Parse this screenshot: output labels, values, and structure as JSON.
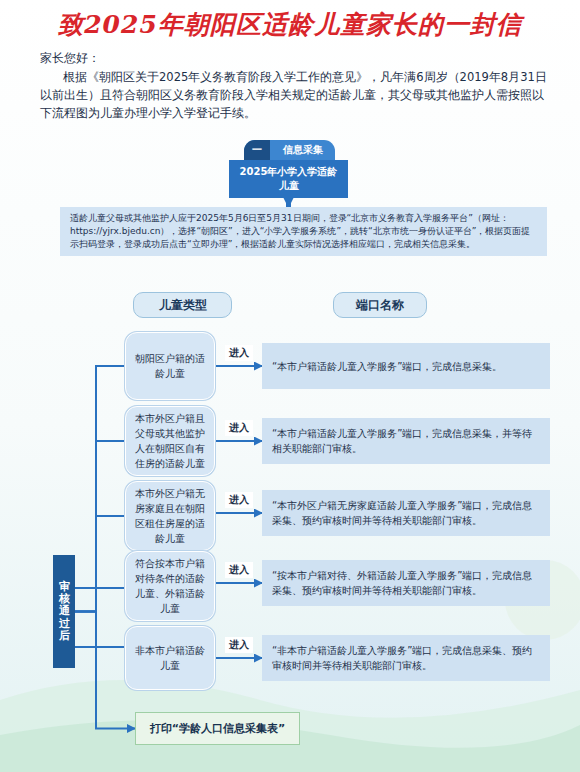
{
  "diagram": {
    "title": "致2025年朝阳区适龄儿童家长的一封信",
    "nodes": [
      {
        "text": [
          "一",
          "信息采集"
        ]
      },
      {
        "text": [
          "2025年小学入学适龄儿童"
        ]
      },
      {
        "text": [
          "适龄儿童父母或其他监护人应于2025年5月6日至5月31日期间，登录“北京市义务教育入学服务平台”（网址：https://yjrx.bjedu.cn），选择“朝阳区”，进入“小学入学服务系统”，跳转“北京市统一身份认证平台”，根据页面提示扫码登录，登录成功后点击“立即办理”，根据适龄儿童实际情况选择相应端口，完成相关信息采集。"
        ]
      },
      {
        "text": [
          "儿童类型"
        ]
      },
      {
        "text": [
          "端口名称"
        ]
      },
      {
        "text": [
          "朝阳区户籍的适龄儿童"
        ]
      },
      {
        "text": [
          "“本市户籍适龄儿童入学服务”端口，完成信息采集。"
        ]
      },
      {
        "text": [
          "本市外区户籍且父母或其他监护人在朝阳区自有住房的适龄儿童"
        ]
      },
      {
        "text": [
          "“本市户籍适龄儿童入学服务”端口，完成信息采集，并等待相关职能部门审核。"
        ]
      },
      {
        "text": [
          "本市外区户籍无房家庭且在朝阳区租住房屋的适龄儿童"
        ]
      },
      {
        "text": [
          "“本市外区户籍无房家庭适龄儿童入学服务”端口，完成信息采集、预约审核时间并等待相关职能部门审核。"
        ]
      },
      {
        "text": [
          "符合按本市户籍对待条件的适龄儿童、外籍适龄儿童"
        ]
      },
      {
        "text": [
          "“按本市户籍对待、外籍适龄儿童入学服务”端口，完成信息采集、预约审核时间并等待相关职能部门审核。"
        ]
      },
      {
        "text": [
          "非本市户籍适龄儿童"
        ]
      },
      {
        "text": [
          "“非本市户籍适龄儿童入学服务”端口，完成信息采集、预约审核时间并等待相关职能部门审核。"
        ]
      },
      {
        "text": [
          "审核通过后"
        ]
      },
      {
        "text": [
          "打印“学龄人口信息采集表”"
        ]
      }
    ],
    "edges": [
      {
        "from": 1,
        "to": 2,
        "arrow": "to"
      },
      {
        "from": 5,
        "to": 6,
        "label": "进入",
        "arrow": "to"
      },
      {
        "from": 7,
        "to": 8,
        "label": "进入",
        "arrow": "to"
      },
      {
        "from": 9,
        "to": 10,
        "label": "进入",
        "arrow": "to"
      },
      {
        "from": 11,
        "to": 12,
        "label": "进入",
        "arrow": "to"
      },
      {
        "from": 13,
        "to": 14,
        "label": "进入",
        "arrow": "to"
      },
      {
        "from": 15,
        "to": 5,
        "arrow": "none"
      },
      {
        "from": 15,
        "to": 7,
        "arrow": "none"
      },
      {
        "from": 15,
        "to": 9,
        "arrow": "none"
      },
      {
        "from": 15,
        "to": 11,
        "arrow": "none"
      },
      {
        "from": 15,
        "to": 13,
        "arrow": "none"
      },
      {
        "from": 15,
        "to": 16,
        "arrow": "to"
      }
    ],
    "labels": [
      "家长您好：",
      "根据《朝阳区关于2025年义务教育阶段入学工作的意见》，凡年满6周岁（2019年8月31日以前出生）且符合朝阳区义务教育阶段入学相关规定的适龄儿童，其父母或其他监护人需按照以下流程图为儿童办理小学入学登记手续。"
    ]
  }
}
